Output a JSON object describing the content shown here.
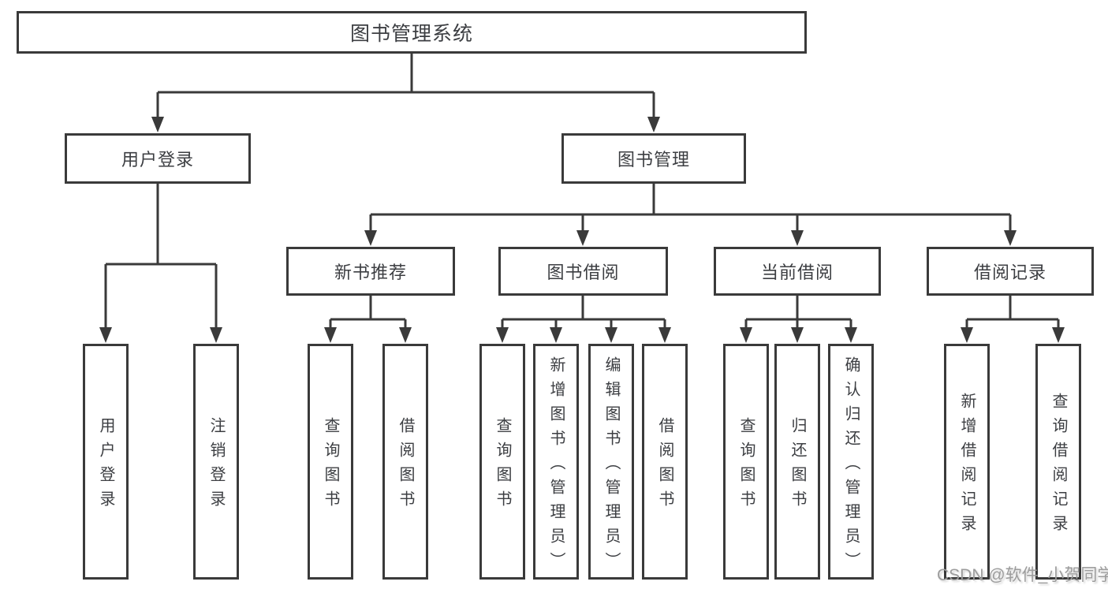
{
  "tree": {
    "label": "图书管理系统",
    "children": [
      {
        "label": "用户登录",
        "children": [
          {
            "label": "用户登录"
          },
          {
            "label": "注销登录"
          }
        ]
      },
      {
        "label": "图书管理",
        "children": [
          {
            "label": "新书推荐",
            "children": [
              {
                "label": "查询图书"
              },
              {
                "label": "借阅图书"
              }
            ]
          },
          {
            "label": "图书借阅",
            "children": [
              {
                "label": "查询图书"
              },
              {
                "label": "新增图书（管理员）"
              },
              {
                "label": "编辑图书（管理员）"
              },
              {
                "label": "借阅图书"
              }
            ]
          },
          {
            "label": "当前借阅",
            "children": [
              {
                "label": "查询图书"
              },
              {
                "label": "归还图书"
              },
              {
                "label": "确认归还（管理员）"
              }
            ]
          },
          {
            "label": "借阅记录",
            "children": [
              {
                "label": "新增借阅记录"
              },
              {
                "label": "查询借阅记录"
              }
            ]
          }
        ]
      }
    ]
  },
  "watermark": {
    "text": "CSDN @软件_小贺同学"
  },
  "colors": {
    "line": "#3a3a3a",
    "text": "#3c3e42",
    "background": "#ffffff",
    "watermark": "#9c9c9c"
  }
}
